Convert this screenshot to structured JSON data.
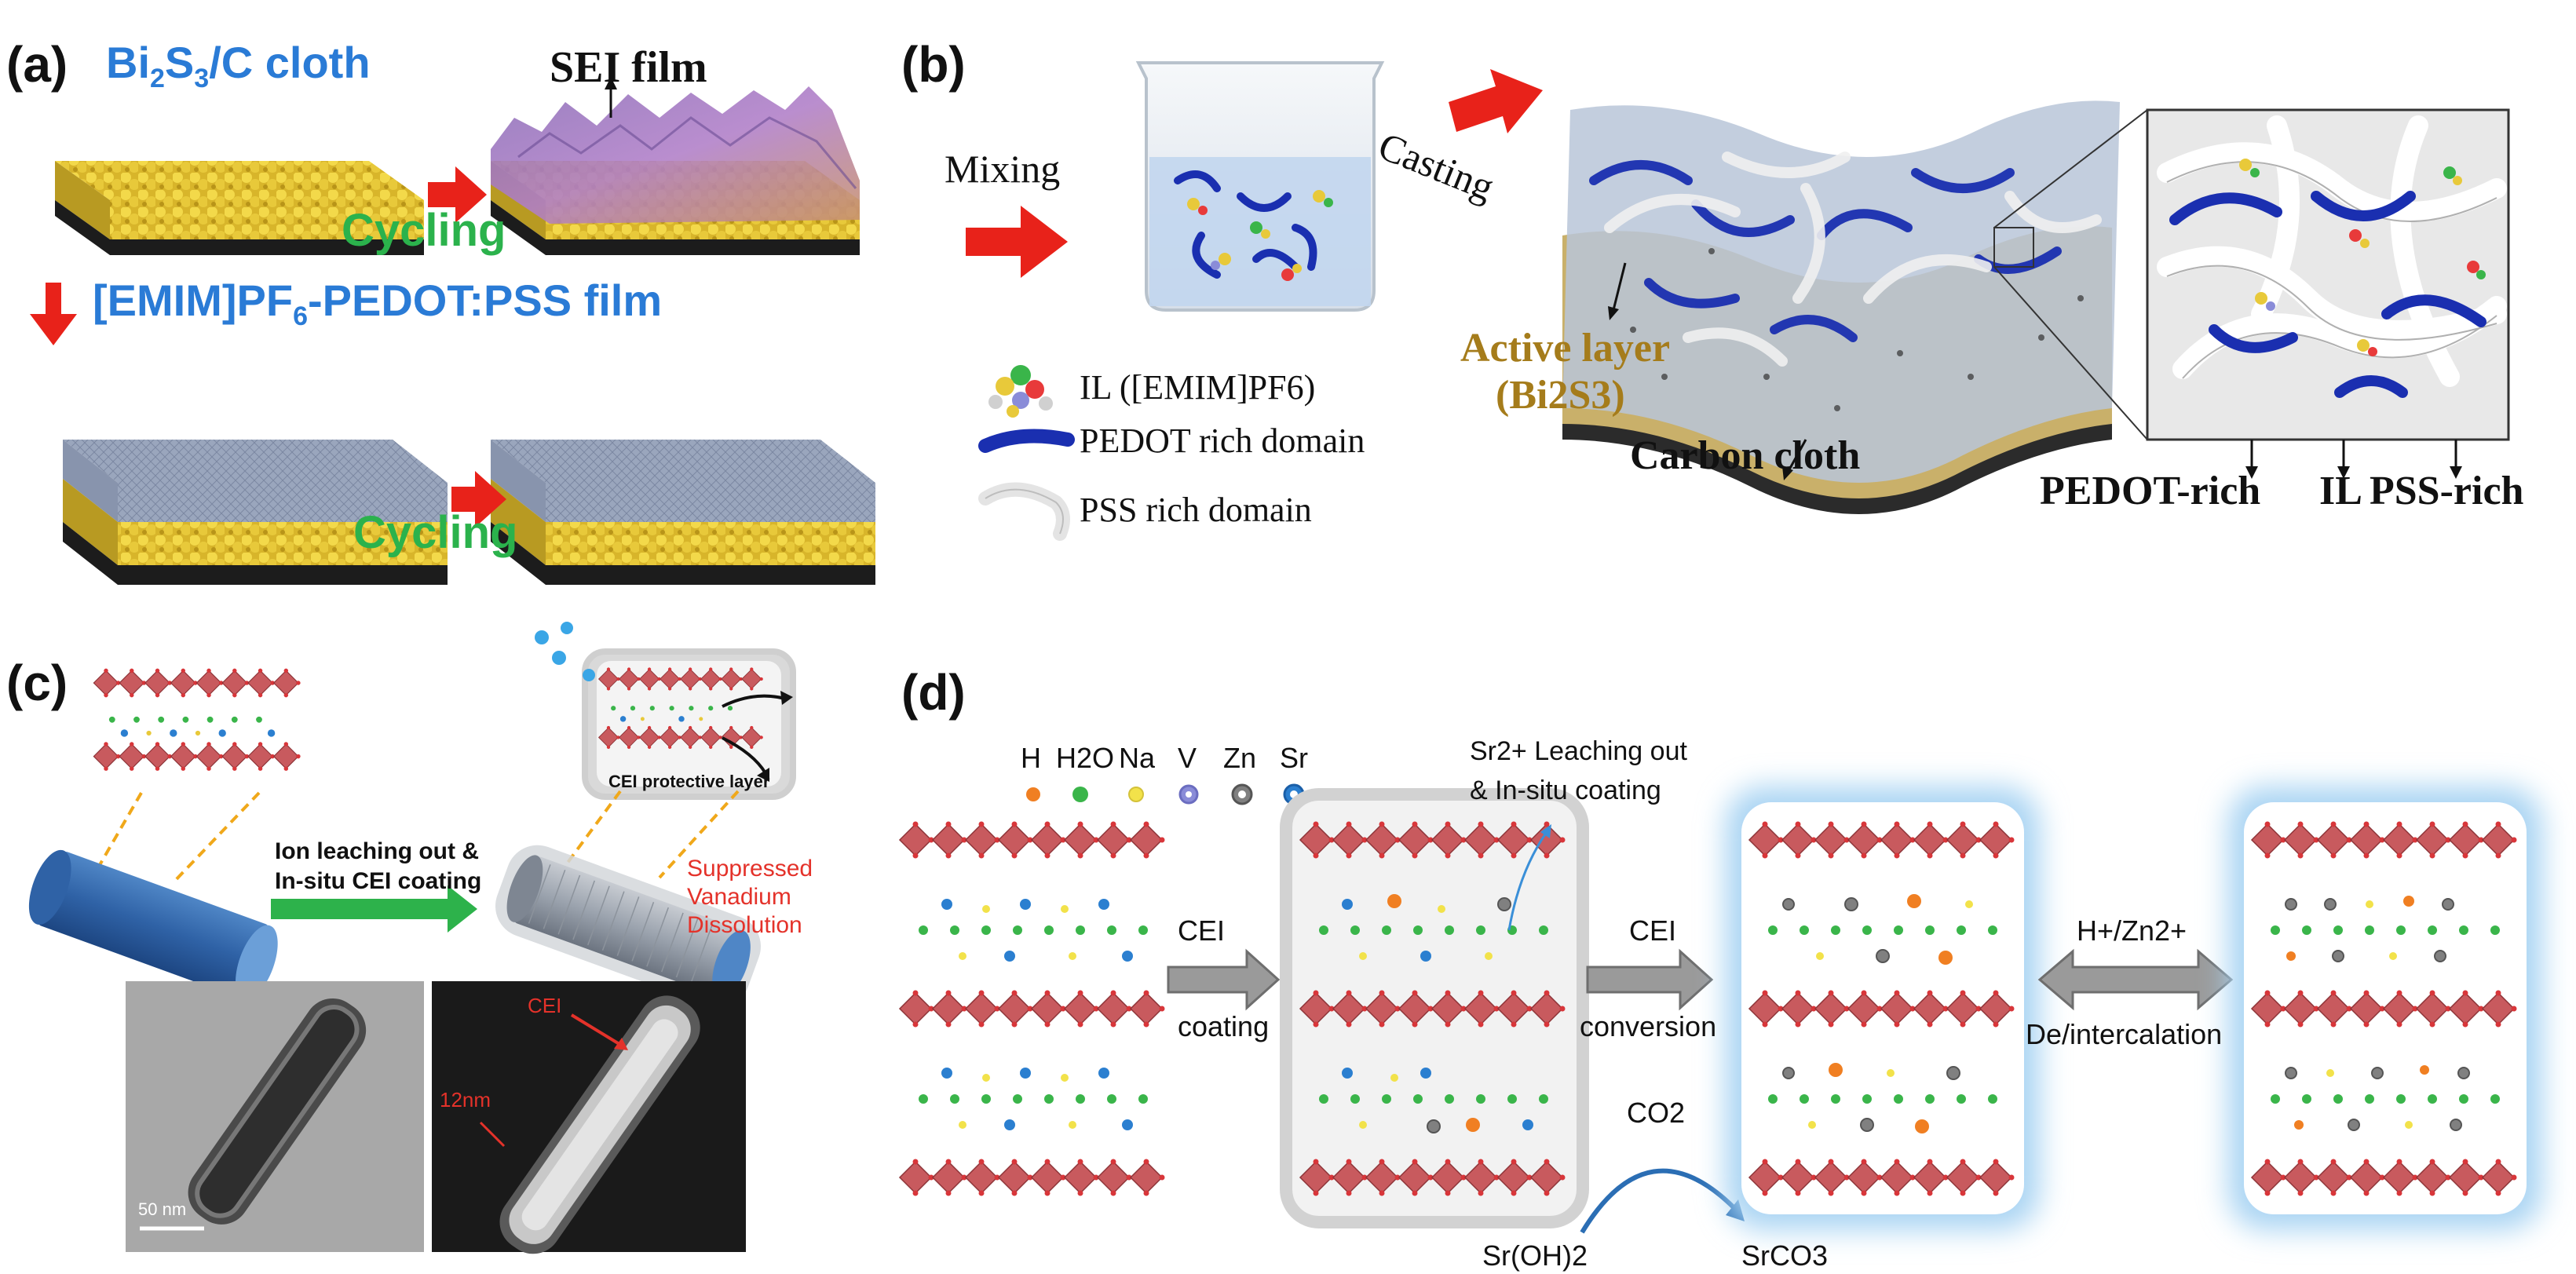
{
  "panel_a": {
    "letter": "(a)",
    "title_pre": "Bi",
    "title_sub1": "2",
    "title_mid": "S",
    "title_sub2": "3",
    "title_post": "/C cloth",
    "sei_label": "SEI film",
    "cycling_top": "Cycling",
    "film_pre": "[EMIM]PF",
    "film_sub": "6",
    "film_post": "-PEDOT:PSS film",
    "cycling_bottom": "Cycling"
  },
  "panel_b": {
    "letter": "(b)",
    "mixing": "Mixing",
    "casting": "Casting",
    "legend_il": "IL ([EMIM]PF6)",
    "legend_pedot": "PEDOT rich domain",
    "legend_pss": "PSS rich domain",
    "active_layer_1": "Active layer",
    "active_layer_2": "(Bi2S3)",
    "carbon_cloth": "Carbon cloth",
    "zoom_pedot": "PEDOT-rich",
    "zoom_il": "IL",
    "zoom_pss": "PSS-rich"
  },
  "panel_c": {
    "letter": "(c)",
    "arrow_line1": "Ion leaching out &",
    "arrow_line2": "In-situ CEI coating",
    "cei_layer": "CEI protective layer",
    "suppressed_1": "Suppressed",
    "suppressed_2": "Vanadium",
    "suppressed_3": "Dissolution",
    "tem_scale": "50 nm",
    "stem_cei": "CEI",
    "stem_thickness": "12nm"
  },
  "panel_d": {
    "letter": "(d)",
    "legend": [
      {
        "label": "H",
        "color": "#f07f22"
      },
      {
        "label": "H2O",
        "color": "#3ab54a"
      },
      {
        "label": "Na",
        "color": "#f2e24a"
      },
      {
        "label": "V",
        "color": "#8a8cd8"
      },
      {
        "label": "Zn",
        "color": "#808080"
      },
      {
        "label": "Sr",
        "color": "#2b7fd0"
      }
    ],
    "sr_leach_1": "Sr2+ Leaching out",
    "sr_leach_2": "& In-situ coating",
    "cei_coating_1": "CEI",
    "cei_coating_2": "coating",
    "cei_conv_1": "CEI",
    "cei_conv_2": "conversion",
    "co2": "CO2",
    "sroh2": "Sr(OH)2",
    "srco3": "SrCO3",
    "hzn": "H+/Zn2+",
    "deinter": "De/intercalation"
  },
  "colors": {
    "title_blue": "#2a7bd6",
    "cycling_green": "#2bb24c",
    "active_gold": "#a57c1b",
    "red_arrow": "#e8221a",
    "vo_red": "#c85a5e",
    "glow_blue": "#9fd0f3",
    "gray_box": "#cfcfcf"
  }
}
